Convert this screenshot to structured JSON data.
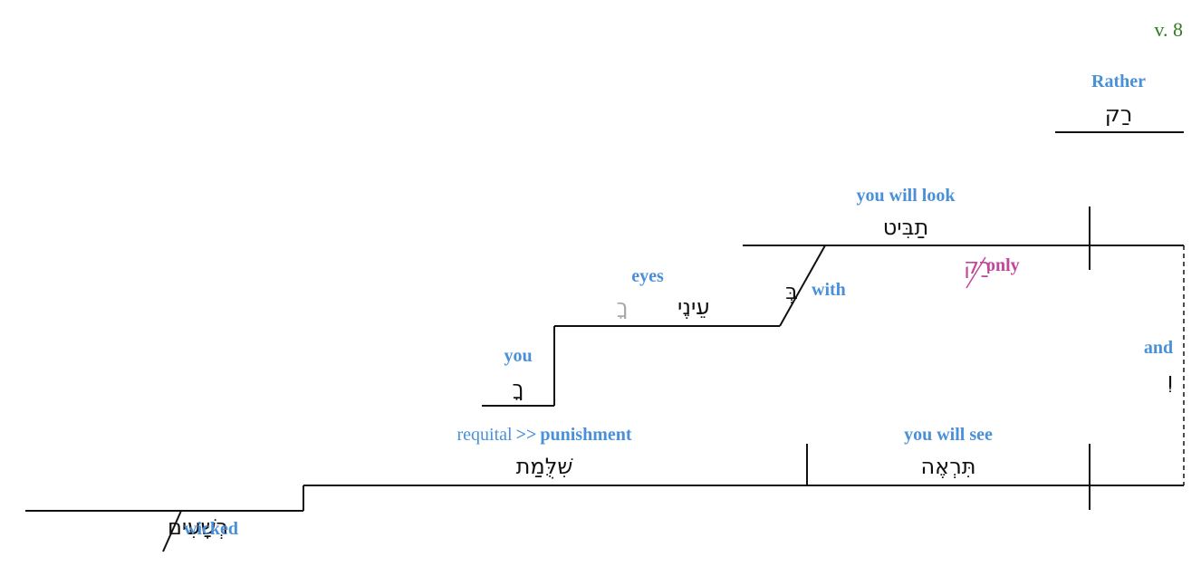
{
  "verse_label": "v. 8",
  "words": {
    "rather": {
      "gloss": "Rather",
      "hebrew": "רַק"
    },
    "look": {
      "gloss": "you will look",
      "hebrew": "תַבִּיט"
    },
    "only": {
      "hebrew": "רַק",
      "gloss": "only"
    },
    "with": {
      "hebrew": "בְּ",
      "gloss": "with"
    },
    "eyes": {
      "gloss": "eyes",
      "hebrew": "עֵינֶי",
      "suffix": "ךָ"
    },
    "you": {
      "gloss": "you",
      "hebrew": "ךָ"
    },
    "and": {
      "gloss": "and",
      "hebrew": "וְ"
    },
    "requital": {
      "gloss_plain": "requital",
      "arrow": ">>",
      "gloss": "punishment",
      "hebrew": "שִׁלֻּמַת"
    },
    "see": {
      "gloss": "you will see",
      "hebrew": "תִּרְאֶה"
    },
    "wicked": {
      "hebrew": "רְשָׁעִים",
      "gloss": "wicked"
    }
  },
  "colors": {
    "gloss": "#4a90d9",
    "verse": "#2f7d1f",
    "adverb": "#c2459a",
    "suffix_grey": "#a8a8a8",
    "line": "#111111"
  }
}
